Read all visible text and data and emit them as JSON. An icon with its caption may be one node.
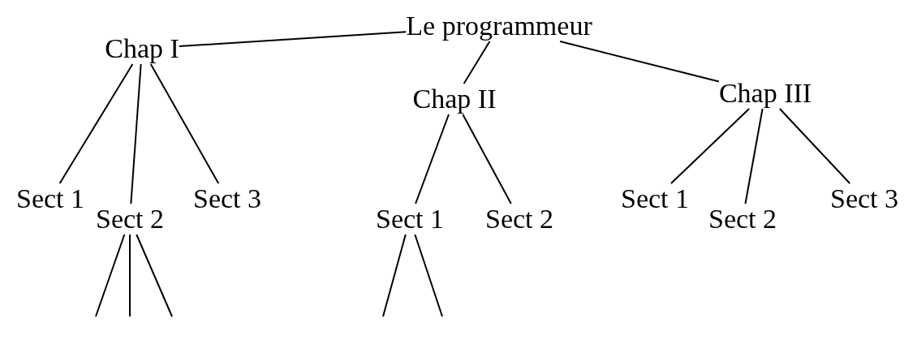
{
  "diagram": {
    "nodes": [
      {
        "text": [
          "Le programmeur"
        ]
      },
      {
        "text": [
          "Chap I"
        ]
      },
      {
        "text": [
          "Chap II"
        ]
      },
      {
        "text": [
          "Chap III"
        ]
      },
      {
        "text": [
          "Sect 1"
        ]
      },
      {
        "text": [
          "Sect 2"
        ]
      },
      {
        "text": [
          "Sect 3"
        ]
      },
      {
        "text": [
          "Sect 1"
        ]
      },
      {
        "text": [
          "Sect 2"
        ]
      },
      {
        "text": [
          "Sect 1"
        ]
      },
      {
        "text": [
          "Sect 2"
        ]
      },
      {
        "text": [
          "Sect 3"
        ]
      }
    ],
    "edges": [
      {
        "from": 0,
        "to": 1,
        "arrow": "none"
      },
      {
        "from": 0,
        "to": 2,
        "arrow": "none"
      },
      {
        "from": 0,
        "to": 3,
        "arrow": "none"
      },
      {
        "from": 1,
        "to": 4,
        "arrow": "none"
      },
      {
        "from": 1,
        "to": 5,
        "arrow": "none"
      },
      {
        "from": 1,
        "to": 6,
        "arrow": "none"
      },
      {
        "from": 2,
        "to": 7,
        "arrow": "none"
      },
      {
        "from": 2,
        "to": 8,
        "arrow": "none"
      },
      {
        "from": 3,
        "to": 9,
        "arrow": "none"
      },
      {
        "from": 3,
        "to": 10,
        "arrow": "none"
      },
      {
        "from": 3,
        "to": 11,
        "arrow": "none"
      },
      {
        "from": 5,
        "to": null,
        "arrow": "none"
      },
      {
        "from": 5,
        "to": null,
        "arrow": "none"
      },
      {
        "from": 5,
        "to": null,
        "arrow": "none"
      },
      {
        "from": 7,
        "to": null,
        "arrow": "none"
      },
      {
        "from": 7,
        "to": null,
        "arrow": "none"
      }
    ]
  }
}
